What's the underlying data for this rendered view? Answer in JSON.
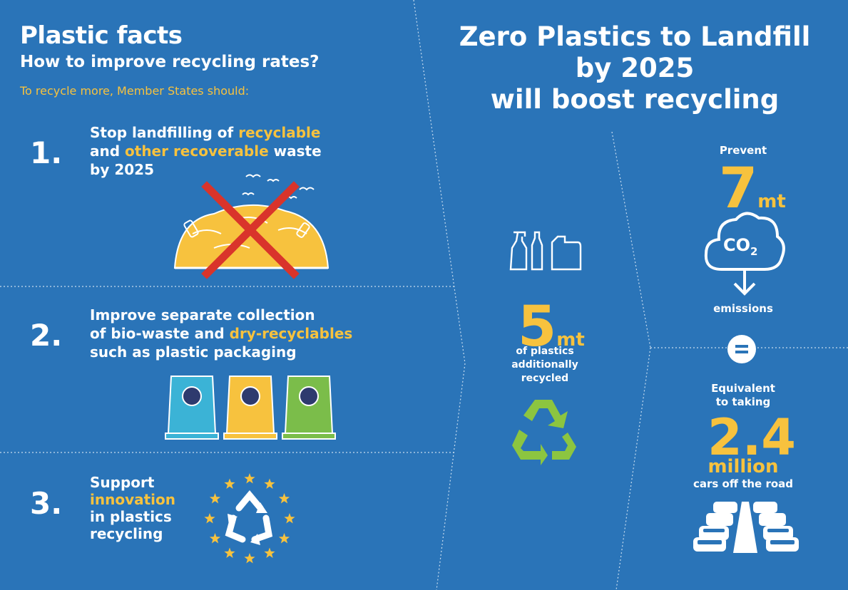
{
  "left": {
    "title": "Plastic facts",
    "subtitle": "How to improve recycling rates?",
    "intro": "To recycle more, Member States should:",
    "items": [
      {
        "number": "1.",
        "line1_a": "Stop landfilling of ",
        "line1_b": "recyclable",
        "line2_a": "and ",
        "line2_b": "other recoverable",
        "line2_c": " waste",
        "line3": "by 2025"
      },
      {
        "number": "2.",
        "line1": "Improve separate collection",
        "line2": "of bio-waste and ",
        "line2_b": "dry-recyclables",
        "line3": "such as plastic packaging"
      },
      {
        "number": "3.",
        "line1": "Support",
        "line2": "innovation",
        "line3": "in plastics",
        "line4": "recycling"
      }
    ]
  },
  "right": {
    "title_line1": "Zero Plastics to Landfill",
    "title_line2": "by 2025",
    "title_line3": "will boost recycling",
    "recycled": {
      "value": "5",
      "unit": "mt",
      "label1": "of plastics",
      "label2": "additionally",
      "label3": "recycled"
    },
    "co2": {
      "prevent": "Prevent",
      "value": "7",
      "unit": "mt",
      "cloud_label": "CO",
      "cloud_sub": "2",
      "emissions": "emissions"
    },
    "equals": "=",
    "cars": {
      "label1": "Equivalent",
      "label2": "to taking",
      "value": "2.4",
      "unit": "million",
      "label3": "cars off the road"
    }
  },
  "colors": {
    "background": "#2a74b8",
    "accent": "#f7c23e",
    "cross": "#d9342b",
    "bin_blue": "#3bb3d6",
    "bin_yellow": "#f7c23e",
    "bin_green": "#7bbd4a",
    "recycle_green": "#8cc540"
  },
  "icons": [
    "landfill-icon",
    "cross-icon",
    "birds-icon",
    "bins-icon",
    "eu-recycle-icon",
    "bottles-icon",
    "recycle-icon",
    "co2-cloud-icon",
    "equals-icon",
    "cars-icon"
  ]
}
